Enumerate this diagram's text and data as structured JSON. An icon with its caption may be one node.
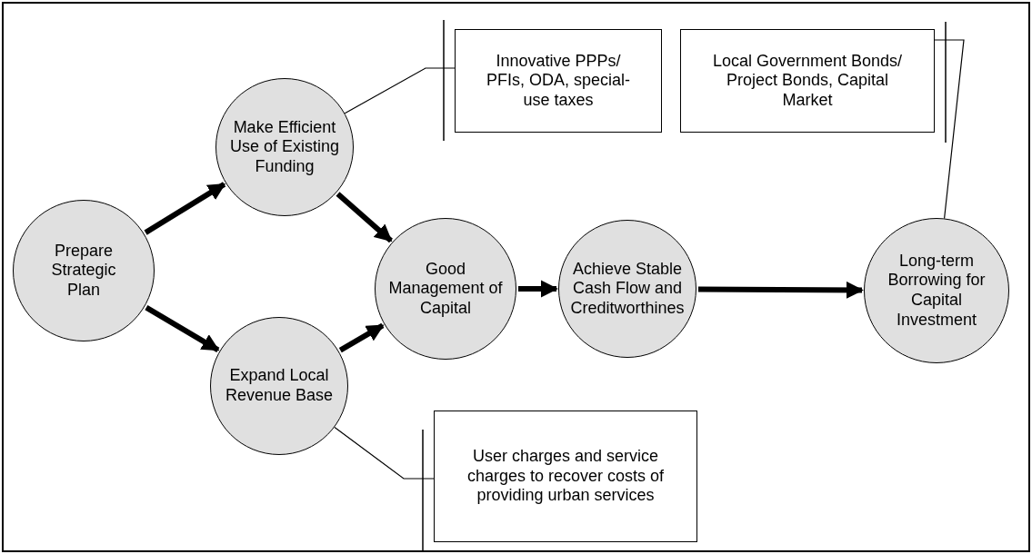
{
  "diagram": {
    "nodes": [
      {
        "text": [
          "Prepare Strategic Plan"
        ]
      },
      {
        "text": [
          "Make Efficient Use of Existing Funding"
        ]
      },
      {
        "text": [
          "Expand Local Revenue Base"
        ]
      },
      {
        "text": [
          "Good Management of Capital"
        ]
      },
      {
        "text": [
          "Achieve Stable Cash Flow and Creditworthines"
        ]
      },
      {
        "text": [
          "Long-term Borrowing for Capital Investment"
        ]
      },
      {
        "text": [
          "Innovative PPPs/ PFIs, ODA, special-use taxes"
        ]
      },
      {
        "text": [
          "Local Government Bonds/ Project Bonds, Capital Market"
        ]
      },
      {
        "text": [
          "User charges and service charges to recover costs of providing urban services"
        ]
      }
    ],
    "edges": [
      {
        "from": 0,
        "to": 1,
        "arrow": "to"
      },
      {
        "from": 0,
        "to": 2,
        "arrow": "to"
      },
      {
        "from": 1,
        "to": 3,
        "arrow": "to"
      },
      {
        "from": 2,
        "to": 3,
        "arrow": "to"
      },
      {
        "from": 3,
        "to": 4,
        "arrow": "to"
      },
      {
        "from": 4,
        "to": 5,
        "arrow": "to"
      },
      {
        "from": 6,
        "to": 1,
        "arrow": "none"
      },
      {
        "from": 7,
        "to": 5,
        "arrow": "none"
      },
      {
        "from": 8,
        "to": 2,
        "arrow": "none"
      }
    ]
  }
}
